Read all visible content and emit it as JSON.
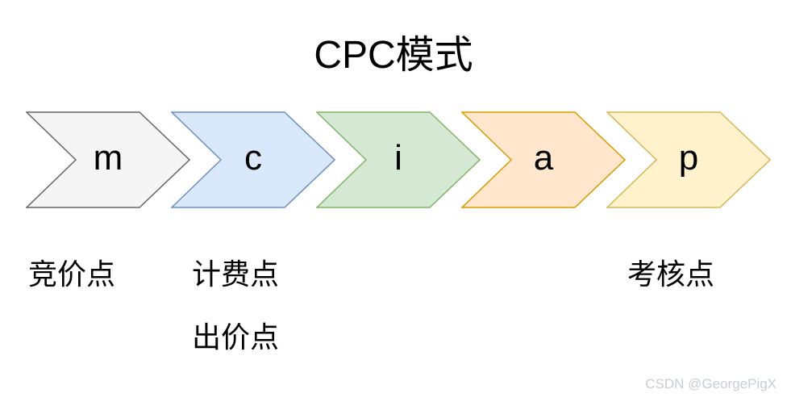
{
  "title": "CPC模式",
  "diagram": {
    "stages": [
      {
        "letter": "m",
        "fill": "#f5f5f5",
        "stroke": "#666666"
      },
      {
        "letter": "c",
        "fill": "#dae8fc",
        "stroke": "#6c8ebf"
      },
      {
        "letter": "i",
        "fill": "#d5e8d4",
        "stroke": "#82b366"
      },
      {
        "letter": "a",
        "fill": "#ffe6cc",
        "stroke": "#d79b00"
      },
      {
        "letter": "p",
        "fill": "#fff2cc",
        "stroke": "#d6b656"
      }
    ],
    "annotations": {
      "bid_point": "竞价点",
      "charge_point": "计费点",
      "offer_point": "出价点",
      "assess_point": "考核点"
    }
  },
  "watermark": "CSDN @GeorgePigX"
}
